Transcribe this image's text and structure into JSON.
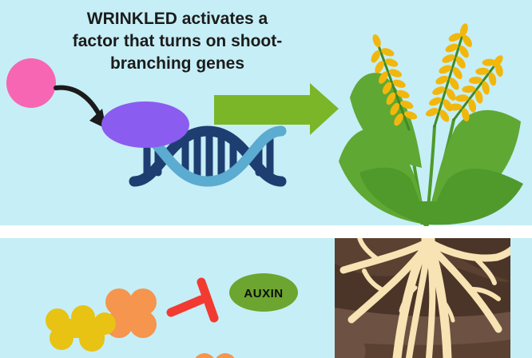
{
  "top_panel": {
    "caption_lines": [
      "WRINKLED activates a",
      "factor that turns on shoot-",
      "branching genes"
    ]
  },
  "bottom_panel": {
    "auxin_label": "AUXIN"
  },
  "palette": {
    "bg": "#c6eef6",
    "divider": "#ffffff",
    "ink": "#1b1b1b",
    "pink": "#f666b3",
    "purple": "#8a5cf0",
    "dna_navy": "#1e3e72",
    "dna_blue": "#5cabd0",
    "arrow_green": "#7ab628",
    "leaf": "#5fa833",
    "leaf_dark": "#4f9a2b",
    "grain": "#f2b70c",
    "ear_rib": "#3f8a24",
    "blob_yellow": "#e8c313",
    "blob_orange": "#f5954e",
    "inhibit_red": "#f23a31",
    "auxin_green": "#6ca52f",
    "soil_base": "#5a4131",
    "soil_dark": "#4b3528",
    "soil_light": "#6d5243",
    "root": "#f7e3b3"
  }
}
